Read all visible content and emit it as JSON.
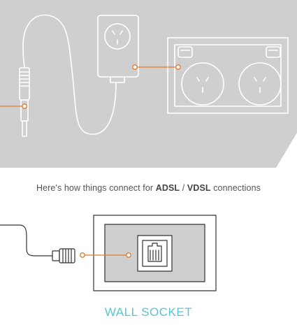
{
  "caption": {
    "prefix": "Here's how things connect for ",
    "adsl": "ADSL",
    "separator": " / ",
    "vdsl": "VDSL",
    "suffix": " connections"
  },
  "wall_socket_label": "WALL SOCKET",
  "colors": {
    "panel_gray": "#cfcfcf",
    "line_white": "#ffffff",
    "accent_orange": "#e07a2e",
    "label_teal": "#5bc4d1",
    "text_gray": "#555555"
  }
}
